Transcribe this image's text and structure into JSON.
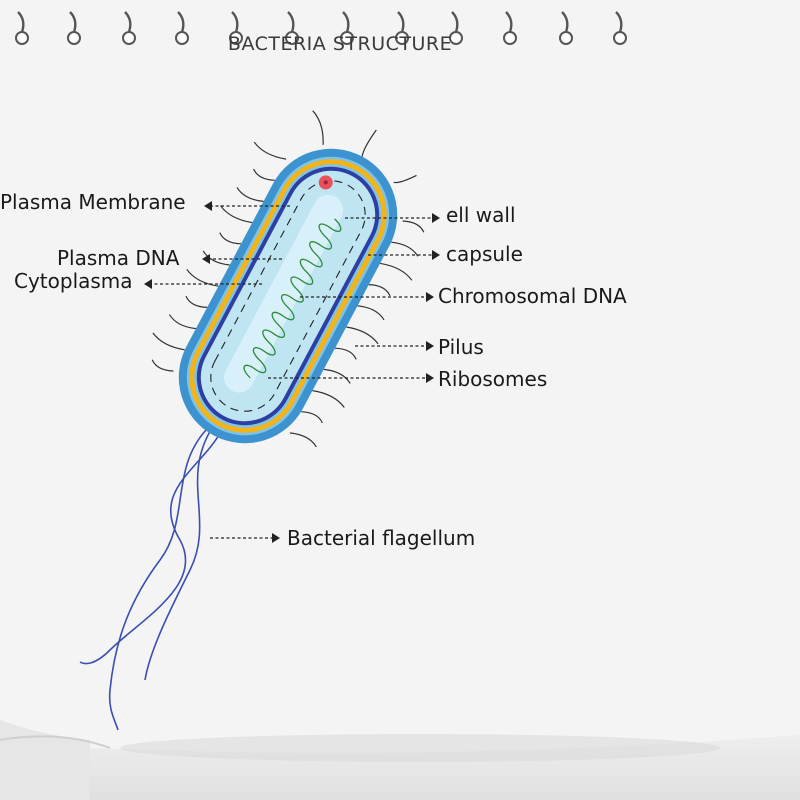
{
  "title": "BACTERIA STRUCTURE",
  "labels": {
    "plasma_membrane": "Plasma Membrane",
    "plasma_dna": "Plasma DNA",
    "cytoplasma": "Cytoplasma",
    "cell_wall": "ell wall",
    "capsule": "capsule",
    "chromosomal_dna": "Chromosomal DNA",
    "pilus": "Pilus",
    "ribosomes": "Ribosomes",
    "flagellum": "Bacterial flagellum"
  },
  "colors": {
    "background": "#f4f4f4",
    "curtain_shadow": "#dedede",
    "capsule": "#3d93cf",
    "cell_wall": "#f2b418",
    "plasma_membrane": "#2d3fa3",
    "cytoplasm": "#bfe4f2",
    "chromosomal_dna": "#2e8b3a",
    "plasmid": "#e8505b",
    "flagellum": "#3a4fb0",
    "pili": "#333333",
    "text": "#1a1a1a"
  },
  "icons": [
    "curtain-ring-icon",
    "bacterium-illustration"
  ]
}
